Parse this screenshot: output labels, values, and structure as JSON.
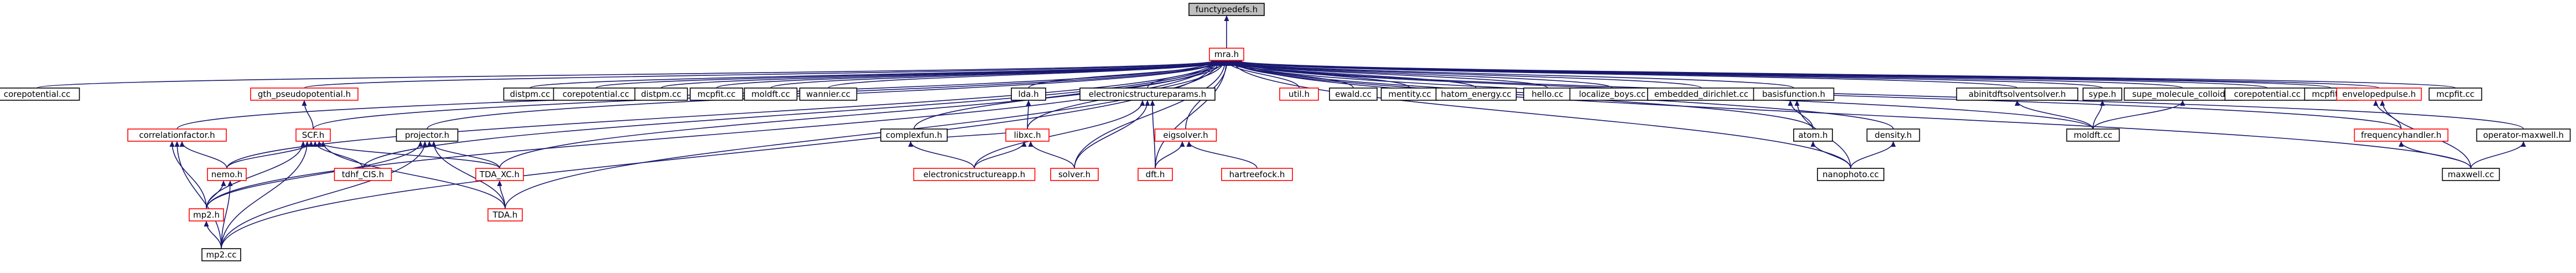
{
  "colors": {
    "edge": "#191970",
    "node_border_black": "#000000",
    "node_border_red": "#ff0000",
    "root_fill": "#bfbfbf",
    "node_fill": "#ffffff",
    "text": "#000000"
  },
  "nodes": [
    {
      "id": "functypedefs",
      "label": "functypedefs.h",
      "border": "black",
      "root": true
    },
    {
      "id": "mra",
      "label": "mra.h",
      "border": "red"
    },
    {
      "id": "corepotential1",
      "label": "corepotential.cc",
      "border": "black"
    },
    {
      "id": "gth",
      "label": "gth_pseudopotential.h",
      "border": "red"
    },
    {
      "id": "distpm1",
      "label": "distpm.cc",
      "border": "black"
    },
    {
      "id": "corepotential2",
      "label": "corepotential.cc",
      "border": "black"
    },
    {
      "id": "distpm2",
      "label": "distpm.cc",
      "border": "black"
    },
    {
      "id": "mcpfit1",
      "label": "mcpfit.cc",
      "border": "black"
    },
    {
      "id": "moldft1",
      "label": "moldft.cc",
      "border": "black"
    },
    {
      "id": "wannier",
      "label": "wannier.cc",
      "border": "black"
    },
    {
      "id": "lda",
      "label": "lda.h",
      "border": "black"
    },
    {
      "id": "ecp",
      "label": "electronicstructureparams.h",
      "border": "black"
    },
    {
      "id": "util",
      "label": "util.h",
      "border": "red"
    },
    {
      "id": "ewald",
      "label": "ewald.cc",
      "border": "black"
    },
    {
      "id": "mentity",
      "label": "mentity.cc",
      "border": "black"
    },
    {
      "id": "hatom",
      "label": "hatom_energy.cc",
      "border": "black"
    },
    {
      "id": "hello",
      "label": "hello.cc",
      "border": "black"
    },
    {
      "id": "localize",
      "label": "localize_boys.cc",
      "border": "black"
    },
    {
      "id": "embedded",
      "label": "embedded_dirichlet.cc",
      "border": "black"
    },
    {
      "id": "basisfunction",
      "label": "basisfunction.h",
      "border": "black"
    },
    {
      "id": "abinitdft",
      "label": "abinitdftsolventsolver.h",
      "border": "black"
    },
    {
      "id": "sypeh",
      "label": "sype.h",
      "border": "black"
    },
    {
      "id": "supemol",
      "label": "supe_molecule_colloid.h",
      "border": "black"
    },
    {
      "id": "corepotential3",
      "label": "corepotential.cc",
      "border": "black"
    },
    {
      "id": "mcpfit2",
      "label": "mcpfit.cc",
      "border": "black"
    },
    {
      "id": "envelopedpulse",
      "label": "envelopedpulse.h",
      "border": "red"
    },
    {
      "id": "mcpfit3",
      "label": "mcpfit.cc",
      "border": "black"
    },
    {
      "id": "correlation",
      "label": "correlationfactor.h",
      "border": "red"
    },
    {
      "id": "scf",
      "label": "SCF.h",
      "border": "red"
    },
    {
      "id": "projector",
      "label": "projector.h",
      "border": "black"
    },
    {
      "id": "complexfun",
      "label": "complexfun.h",
      "border": "black"
    },
    {
      "id": "libxc",
      "label": "libxc.h",
      "border": "red"
    },
    {
      "id": "eigsolver",
      "label": "eigsolver.h",
      "border": "red"
    },
    {
      "id": "atom",
      "label": "atom.h",
      "border": "black"
    },
    {
      "id": "density",
      "label": "density.h",
      "border": "black"
    },
    {
      "id": "moldft2",
      "label": "moldft.cc",
      "border": "black"
    },
    {
      "id": "freqhandler",
      "label": "frequencyhandler.h",
      "border": "red"
    },
    {
      "id": "opmaxwell",
      "label": "operator-maxwell.h",
      "border": "black"
    },
    {
      "id": "nemo",
      "label": "nemo.h",
      "border": "red"
    },
    {
      "id": "tdhf",
      "label": "tdhf_CIS.h",
      "border": "red"
    },
    {
      "id": "tdakc",
      "label": "TDA_XC.h",
      "border": "red"
    },
    {
      "id": "esapp",
      "label": "electronicstructureapp.h",
      "border": "red"
    },
    {
      "id": "solver",
      "label": "solver.h",
      "border": "red"
    },
    {
      "id": "dft",
      "label": "dft.h",
      "border": "red"
    },
    {
      "id": "hartreefock",
      "label": "hartreefock.h",
      "border": "red"
    },
    {
      "id": "nanophoto",
      "label": "nanophoto.cc",
      "border": "black"
    },
    {
      "id": "maxwell",
      "label": "maxwell.cc",
      "border": "black"
    },
    {
      "id": "mp2h",
      "label": "mp2.h",
      "border": "red"
    },
    {
      "id": "tda",
      "label": "TDA.h",
      "border": "red"
    },
    {
      "id": "mp2cc",
      "label": "mp2.cc",
      "border": "black"
    }
  ],
  "edges": [
    [
      "mra",
      "functypedefs"
    ],
    [
      "corepotential1",
      "mra"
    ],
    [
      "gth",
      "mra"
    ],
    [
      "distpm1",
      "mra"
    ],
    [
      "corepotential2",
      "mra"
    ],
    [
      "distpm2",
      "mra"
    ],
    [
      "mcpfit1",
      "mra"
    ],
    [
      "moldft1",
      "mra"
    ],
    [
      "wannier",
      "mra"
    ],
    [
      "lda",
      "mra"
    ],
    [
      "ecp",
      "mra"
    ],
    [
      "util",
      "mra"
    ],
    [
      "ewald",
      "mra"
    ],
    [
      "mentity",
      "mra"
    ],
    [
      "hatom",
      "mra"
    ],
    [
      "hello",
      "mra"
    ],
    [
      "localize",
      "mra"
    ],
    [
      "embedded",
      "mra"
    ],
    [
      "basisfunction",
      "mra"
    ],
    [
      "abinitdft",
      "mra"
    ],
    [
      "sypeh",
      "mra"
    ],
    [
      "supemol",
      "mra"
    ],
    [
      "corepotential3",
      "mra"
    ],
    [
      "mcpfit2",
      "mra"
    ],
    [
      "envelopedpulse",
      "mra"
    ],
    [
      "mcpfit3",
      "mra"
    ],
    [
      "correlation",
      "mra"
    ],
    [
      "scf",
      "mra"
    ],
    [
      "projector",
      "mra"
    ],
    [
      "complexfun",
      "mra"
    ],
    [
      "libxc",
      "mra"
    ],
    [
      "eigsolver",
      "mra"
    ],
    [
      "atom",
      "mra"
    ],
    [
      "density",
      "mra"
    ],
    [
      "moldft2",
      "mra"
    ],
    [
      "freqhandler",
      "mra"
    ],
    [
      "opmaxwell",
      "mra"
    ],
    [
      "nemo",
      "mra"
    ],
    [
      "tdhf",
      "mra"
    ],
    [
      "tdakc",
      "mra"
    ],
    [
      "solver",
      "mra"
    ],
    [
      "dft",
      "mra"
    ],
    [
      "nanophoto",
      "mra"
    ],
    [
      "maxwell",
      "mra"
    ],
    [
      "mp2h",
      "mra"
    ],
    [
      "tda",
      "mra"
    ],
    [
      "mp2cc",
      "mra"
    ],
    [
      "scf",
      "gth"
    ],
    [
      "nemo",
      "correlation"
    ],
    [
      "mp2h",
      "correlation"
    ],
    [
      "mp2cc",
      "correlation"
    ],
    [
      "nemo",
      "scf"
    ],
    [
      "tdhf",
      "scf"
    ],
    [
      "tdakc",
      "scf"
    ],
    [
      "mp2h",
      "scf"
    ],
    [
      "tda",
      "scf"
    ],
    [
      "mp2cc",
      "scf"
    ],
    [
      "mp2h",
      "nemo"
    ],
    [
      "mp2cc",
      "nemo"
    ],
    [
      "tdakc",
      "projector"
    ],
    [
      "mp2h",
      "projector"
    ],
    [
      "tda",
      "projector"
    ],
    [
      "mp2cc",
      "projector"
    ],
    [
      "tda",
      "tdakc"
    ],
    [
      "mp2cc",
      "mp2h"
    ],
    [
      "libxc",
      "lda"
    ],
    [
      "libxc",
      "complexfun"
    ],
    [
      "esapp",
      "complexfun"
    ],
    [
      "esapp",
      "libxc"
    ],
    [
      "solver",
      "libxc"
    ],
    [
      "esapp",
      "ecp"
    ],
    [
      "solver",
      "ecp"
    ],
    [
      "dft",
      "ecp"
    ],
    [
      "dft",
      "eigsolver"
    ],
    [
      "hartreefock",
      "eigsolver"
    ],
    [
      "atom",
      "basisfunction"
    ],
    [
      "nanophoto",
      "basisfunction"
    ],
    [
      "nanophoto",
      "atom"
    ],
    [
      "nanophoto",
      "density"
    ],
    [
      "moldft2",
      "abinitdft"
    ],
    [
      "moldft2",
      "sypeh"
    ],
    [
      "moldft2",
      "supemol"
    ],
    [
      "freqhandler",
      "envelopedpulse"
    ],
    [
      "maxwell",
      "envelopedpulse"
    ],
    [
      "maxwell",
      "freqhandler"
    ],
    [
      "maxwell",
      "opmaxwell"
    ]
  ]
}
